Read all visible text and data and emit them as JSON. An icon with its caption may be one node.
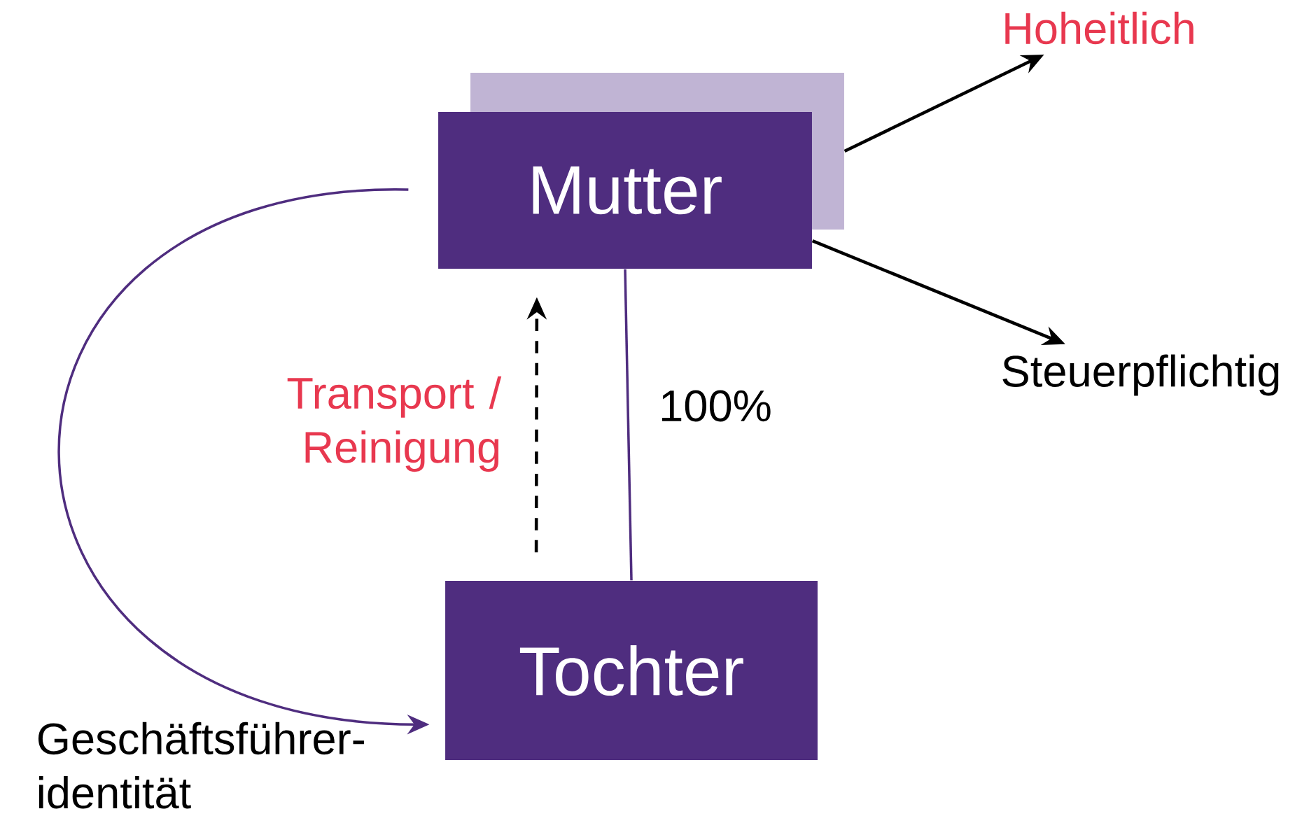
{
  "diagram": {
    "nodes": [
      {
        "text": [
          "Hoheitlich"
        ]
      },
      {
        "text": [],
        "shape": "box"
      },
      {
        "text": [
          "Mutter"
        ]
      },
      {
        "text": [
          "Steuerpflichtig"
        ]
      },
      {
        "text": [
          "Tochter"
        ]
      }
    ],
    "edges": [
      {
        "from": 1,
        "to": 0,
        "arrow": "to"
      },
      {
        "from": 2,
        "to": 3,
        "arrow": "to"
      },
      {
        "from": 2,
        "to": 4,
        "arrow": "none",
        "label": "100%",
        "color": "#4f2d7f"
      },
      {
        "from": 4,
        "to": 2,
        "arrow": "to",
        "style": "dashed",
        "label": "Transport / Reinigung"
      },
      {
        "from": 2,
        "to": 4,
        "arrow": "to",
        "label": "Geschäftsführer- identität",
        "color": "#4f2d7f"
      }
    ]
  }
}
